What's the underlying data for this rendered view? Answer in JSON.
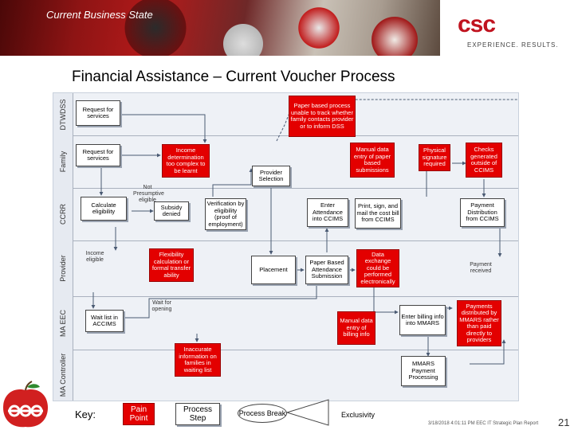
{
  "header": {
    "banner_title": "Current Business State",
    "logo_text": "csc",
    "tagline": "EXPERIENCE. RESULTS."
  },
  "title": "Financial Assistance – Current Voucher Process",
  "lanes": [
    "DTWDSS",
    "Family",
    "CCRR",
    "Provider",
    "MA EEC",
    "MA Controller"
  ],
  "boxes": {
    "request_family_dtwdss": "Request for services",
    "request_family": "Request for services",
    "income_determination": "Income determination too complex to be learnt",
    "paper_process": "Paper based process unable to track whether family contacts provider or to inform DSS",
    "provider_selection": "Provider Selection",
    "calculate_eligibility": "Calculate eligibility",
    "subsidy_denied": "Subsidy denied",
    "verification": "Verification by eligibility (proof of employment)",
    "manual_data_entry": "Manual data entry of paper based submissions",
    "physical_signature": "Physical signature required",
    "checks_generated": "Checks generated outside of CCIMS",
    "enter_attendance": "Enter Attendance into CCIMS",
    "print_sign_mail": "Print, sign, and mail the cost bill from CCIMS",
    "payment_distribution": "Payment Distribution from CCIMS",
    "flexibility": "Flexibility calculation or formal transfer ability",
    "placement": "Placement",
    "paper_based_attendance": "Paper Based Attendance Submission",
    "data_exchange": "Data exchange could be performed electronically",
    "payment_received": "Payment received",
    "wait_list": "Wait list in ACCIMS",
    "manual_billing": "Manual data entry of billing info",
    "enter_billing": "Enter billing info into MMARS",
    "payments_distributed": "Payments distributed by MMARS rather than paid directly to providers",
    "inaccurate_info": "Inaccurate information on families in waiting list",
    "mmars_payment": "MMARS Payment Processing"
  },
  "breaks": {
    "not_eligible": "Not Presumptive eligible",
    "income_eligible": "Income eligible",
    "wait_for_opening": "Wait for opening"
  },
  "key": {
    "label": "Key:",
    "pain_point": "Pain Point",
    "process_step": "Process Step",
    "process_break": "Process Break",
    "exclusivity": "Exclusivity"
  },
  "footer": {
    "text": "3/18/2018 4:01:11 PM EEC IT Strategic Plan Report",
    "page": "21"
  },
  "colors": {
    "pain": "#e30000",
    "brand": "#c0131f",
    "lane_bg": "#eef1f6"
  }
}
